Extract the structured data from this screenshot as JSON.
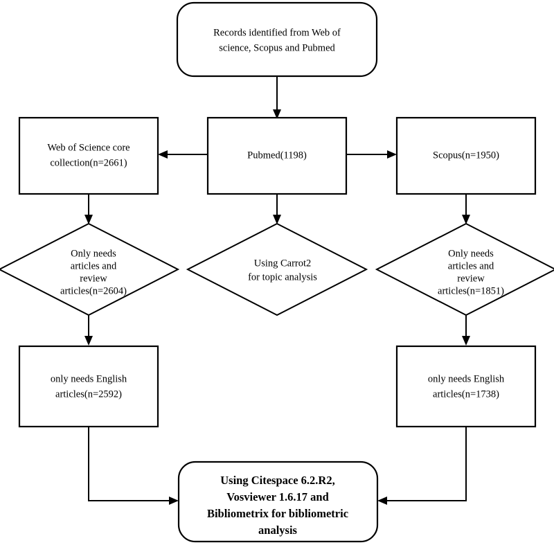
{
  "diagram": {
    "type": "flowchart",
    "title": "Bibliometric study literature selection flowchart",
    "background_color": "#ffffff",
    "line_color": "#000000",
    "text_color": "#000000"
  },
  "nodes": {
    "source_records": {
      "shape": "rounded-rectangle",
      "lines": [
        "Records identified from Web of",
        "science, Scopus and Pubmed"
      ]
    },
    "wos": {
      "shape": "rectangle",
      "lines": [
        "Web of Science core",
        "collection(n=2661)"
      ]
    },
    "pubmed": {
      "shape": "rectangle",
      "lines": [
        "Pubmed(1198)"
      ]
    },
    "scopus": {
      "shape": "rectangle",
      "lines": [
        "Scopus(n=1950)"
      ]
    },
    "wos_filter": {
      "shape": "diamond",
      "lines": [
        "Only needs",
        "articles and",
        "review",
        "articles(n=2604)"
      ]
    },
    "pubmed_filter": {
      "shape": "diamond",
      "lines": [
        "Using Carrot2",
        "for topic analysis"
      ]
    },
    "scopus_filter": {
      "shape": "diamond",
      "lines": [
        "Only needs",
        "articles and",
        "review",
        "articles(n=1851)"
      ]
    },
    "wos_english": {
      "shape": "rectangle",
      "lines": [
        "only needs English",
        "articles(n=2592)"
      ]
    },
    "scopus_english": {
      "shape": "rectangle",
      "lines": [
        "only needs English",
        "articles(n=1738)"
      ]
    },
    "analysis": {
      "shape": "rounded-rectangle",
      "bold": true,
      "lines": [
        "Using Citespace 6.2.R2,",
        "Vosviewer 1.6.17 and",
        "Bibliometrix for bibliometric",
        "analysis"
      ]
    }
  }
}
